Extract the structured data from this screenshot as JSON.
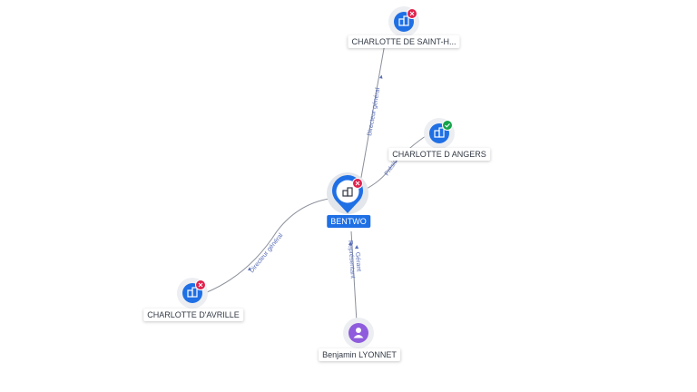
{
  "colors": {
    "edge": "#8a8f99",
    "edge_label": "#5a6fb8",
    "company_icon": "#1f6fe5",
    "person_icon": "#8e5cdc",
    "status_closed": "#e0224d",
    "status_active": "#16a34a",
    "center_marker": "#1f6fe5"
  },
  "nodes": {
    "center": {
      "label": "BENTWO",
      "icon": "building-icon",
      "status": "closed"
    },
    "top": {
      "label": "CHARLOTTE DE SAINT-H...",
      "icon": "building-icon",
      "status": "closed"
    },
    "right": {
      "label": "CHARLOTTE D ANGERS",
      "icon": "building-icon",
      "status": "active"
    },
    "left": {
      "label": "CHARLOTTE D'AVRILLE",
      "icon": "building-icon",
      "status": "closed"
    },
    "bottom": {
      "label": "Benjamin LYONNET",
      "icon": "person-icon",
      "status": "none"
    }
  },
  "edges": {
    "top": {
      "label": "Directeur général"
    },
    "right": {
      "label": "Présid..."
    },
    "left": {
      "label": "Directeur général"
    },
    "bottom_1": {
      "label": "Gérant"
    },
    "bottom_2": {
      "label": "Représentant"
    }
  }
}
